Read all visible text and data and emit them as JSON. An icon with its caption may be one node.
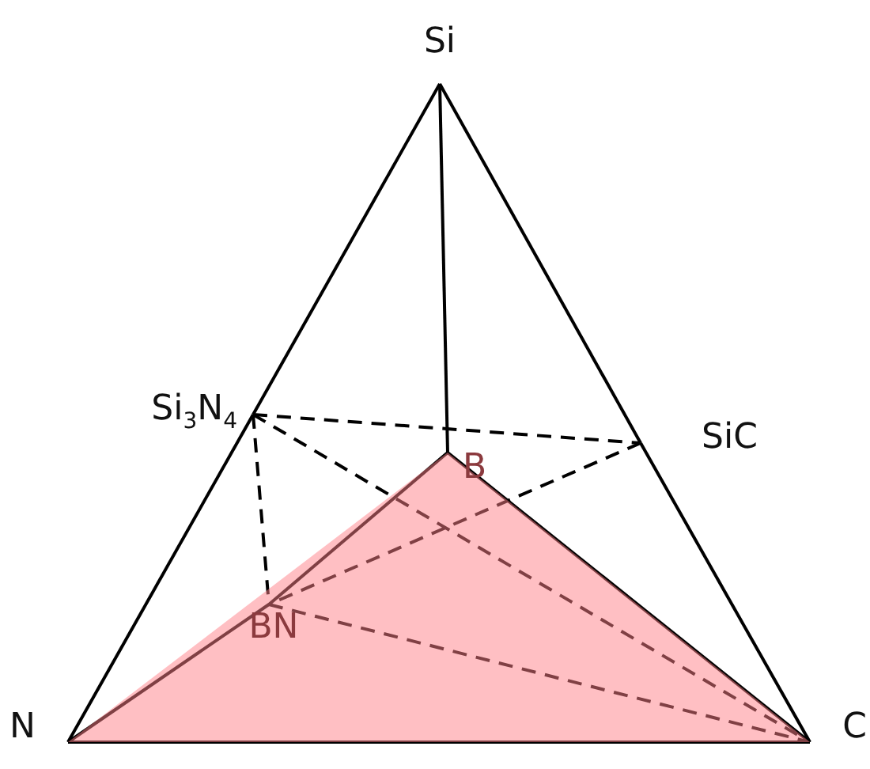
{
  "diagram": {
    "nodes": [
      {
        "text": [
          "Si"
        ]
      },
      {
        "text": [
          "Si$_{3}$N$_{4}$"
        ]
      },
      {
        "text": [
          "SiC"
        ]
      },
      {
        "text": [
          "B"
        ]
      },
      {
        "text": [
          "BN"
        ]
      },
      {
        "text": [
          "N"
        ]
      },
      {
        "text": [
          "C"
        ]
      }
    ],
    "edges": [
      {
        "from": 0,
        "to": 1,
        "arrow": "none"
      },
      {
        "from": 1,
        "to": 5,
        "arrow": "none"
      },
      {
        "from": 0,
        "to": 2,
        "arrow": "none"
      },
      {
        "from": 2,
        "to": 6,
        "arrow": "none"
      },
      {
        "from": 5,
        "to": 6,
        "arrow": "none"
      },
      {
        "from": 0,
        "to": 3,
        "arrow": "none"
      },
      {
        "from": 5,
        "to": 4,
        "arrow": "none"
      },
      {
        "from": 4,
        "to": 3,
        "arrow": "none"
      },
      {
        "from": 3,
        "to": 6,
        "arrow": "none"
      },
      {
        "from": 1,
        "to": 2,
        "arrow": "none",
        "style": "dashed"
      },
      {
        "from": 1,
        "to": 4,
        "arrow": "none",
        "style": "dashed"
      },
      {
        "from": 1,
        "to": 6,
        "arrow": "none",
        "style": "dashed"
      },
      {
        "from": 2,
        "to": 4,
        "arrow": "none",
        "style": "dashed"
      },
      {
        "from": 4,
        "to": 6,
        "arrow": "none",
        "style": "dashed"
      }
    ]
  }
}
